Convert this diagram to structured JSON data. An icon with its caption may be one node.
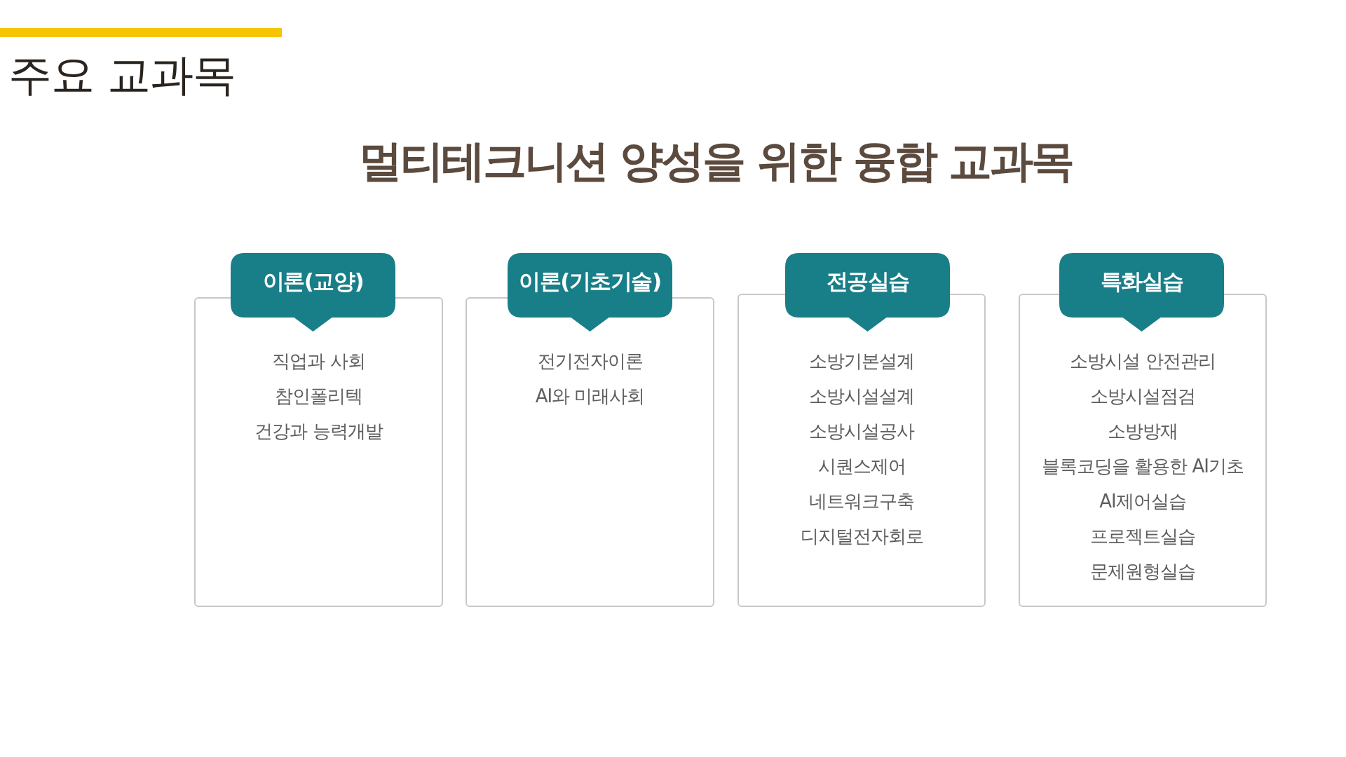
{
  "diagram": {
    "title": "주요 교과목",
    "nodes": [
      {
        "text": [
          "이론(교양)"
        ]
      },
      {
        "text": [
          "직업과 사회",
          "참인폴리텍",
          "건강과 능력개발"
        ]
      },
      {
        "text": [
          "이론(기초기술)"
        ]
      },
      {
        "text": [
          "전기전자이론",
          "AI와 미래사회"
        ]
      },
      {
        "text": [
          "전공실습"
        ]
      },
      {
        "text": [
          "소방기본설계",
          "소방시설설계",
          "소방시설공사",
          "시퀀스제어",
          "네트워크구축",
          "디지털전자회로"
        ]
      },
      {
        "text": [
          "특화실습"
        ]
      },
      {
        "text": [
          "소방시설 안전관리",
          "소방시설점검",
          "소방방재",
          "블록코딩을 활용한 AI기초",
          "AI제어실습",
          "프로젝트실습",
          "문제원형실습"
        ]
      }
    ],
    "labels": [
      "멀티테크니션 양성을 위한 융합 교과목"
    ]
  }
}
